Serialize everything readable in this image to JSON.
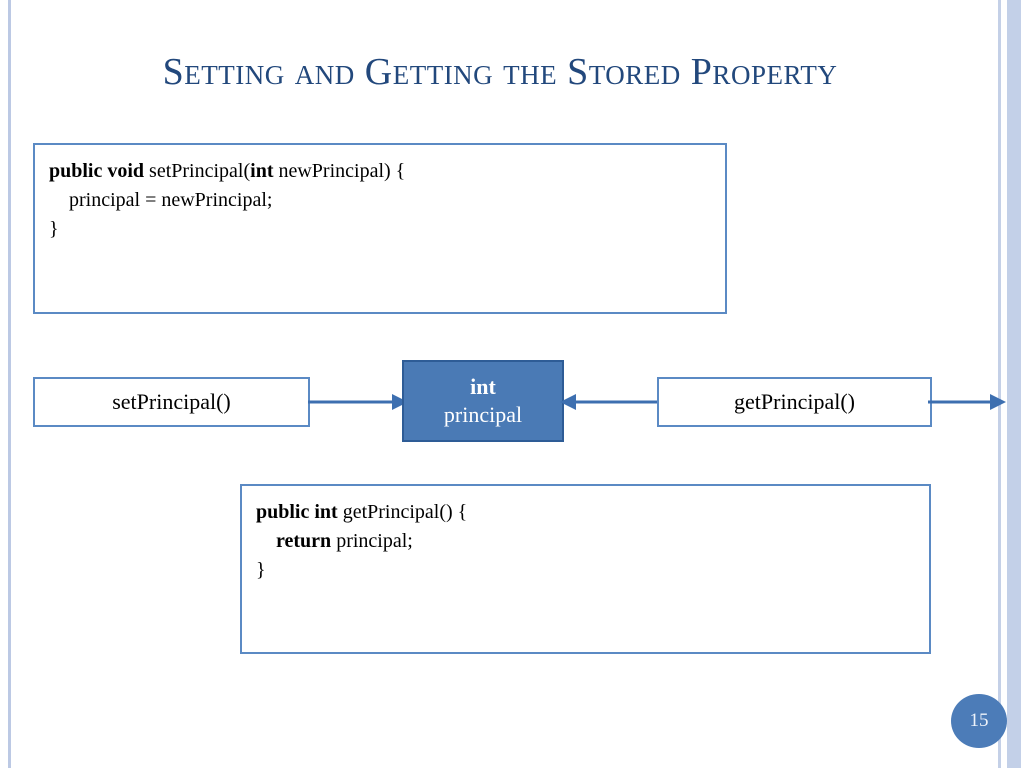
{
  "slide": {
    "title": "Setting and Getting the Stored Property",
    "page_number": "15"
  },
  "colors": {
    "title_blue": "#22487c",
    "box_border_blue": "#5b8ac4",
    "center_fill_blue": "#4a7ab5",
    "center_border_blue": "#2e5c96",
    "arrow_blue": "#3d6fb0",
    "stripe_light": "#c3d0e8",
    "stripe_dark": "#7d9dcb",
    "page_badge_blue": "#4c7cb8"
  },
  "setter_code": {
    "line1_kw1": "public void ",
    "line1_mid": "setPrincipal(",
    "line1_kw2": "int",
    "line1_end": " newPrincipal) {",
    "line2": "    principal = newPrincipal;",
    "line3": "}"
  },
  "getter_code": {
    "line1_kw1": "public int ",
    "line1_end": "getPrincipal() {",
    "line2_indent": "    ",
    "line2_kw": "return",
    "line2_end": " principal;",
    "line3": "}"
  },
  "diagram": {
    "setter_box_label": "setPrincipal()",
    "getter_box_label": "getPrincipal()",
    "field_type": "int",
    "field_name": "principal",
    "arrow_setter_to_field": "arrow-right",
    "arrow_getter_to_field": "arrow-left",
    "arrow_getter_to_edge": "arrow-right"
  }
}
